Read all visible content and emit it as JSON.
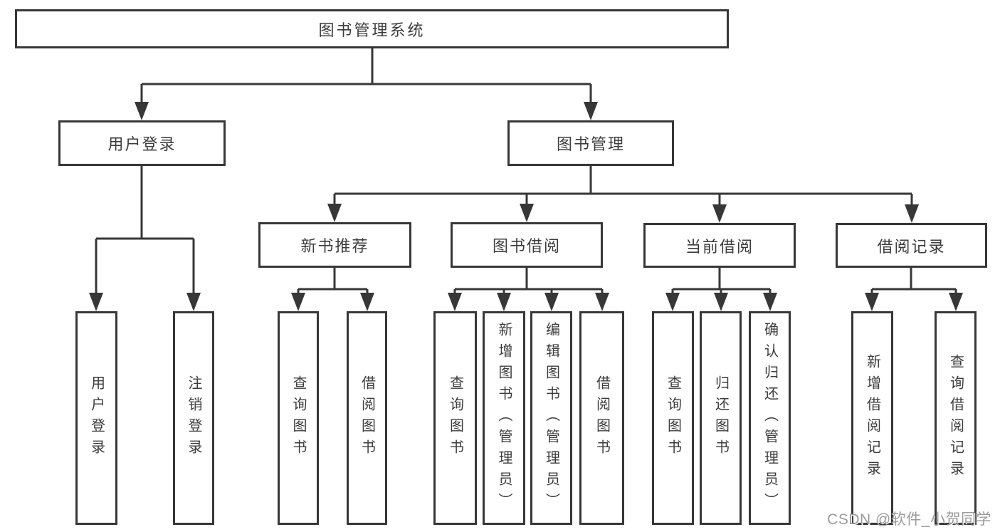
{
  "diagram": {
    "type": "tree-diagram",
    "root": {
      "label": "图书管理系统",
      "children": [
        {
          "label": "用户登录",
          "children": [
            {
              "label": "用户登录"
            },
            {
              "label": "注销登录"
            }
          ]
        },
        {
          "label": "图书管理",
          "children": [
            {
              "label": "新书推荐",
              "children": [
                {
                  "label": "查询图书"
                },
                {
                  "label": "借阅图书"
                }
              ]
            },
            {
              "label": "图书借阅",
              "children": [
                {
                  "label": "查询图书"
                },
                {
                  "label": "新增图书（管理员）"
                },
                {
                  "label": "编辑图书（管理员）"
                },
                {
                  "label": "借阅图书"
                }
              ]
            },
            {
              "label": "当前借阅",
              "children": [
                {
                  "label": "查询图书"
                },
                {
                  "label": "归还图书"
                },
                {
                  "label": "确认归还（管理员）"
                }
              ]
            },
            {
              "label": "借阅记录",
              "children": [
                {
                  "label": "新增借阅记录"
                },
                {
                  "label": "查询借阅记录"
                }
              ]
            }
          ]
        }
      ]
    }
  },
  "watermark": {
    "text": "CSDN @软件_小贺同学"
  },
  "colors": {
    "line": "#373737",
    "text": "#3c3c3c",
    "watermark": "#9b9b9b",
    "background": "#ffffff"
  }
}
